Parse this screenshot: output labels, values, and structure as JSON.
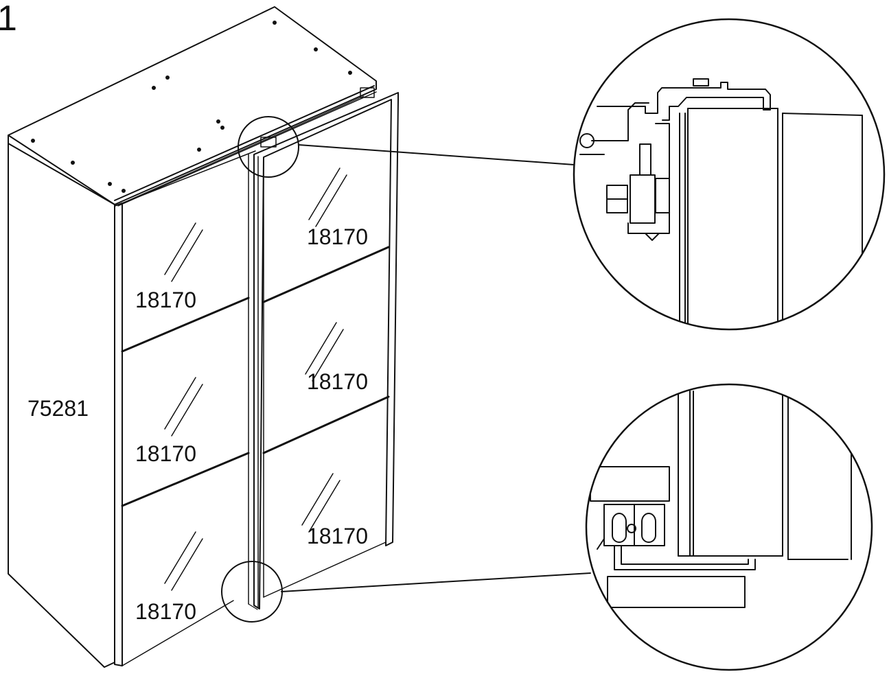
{
  "step_number": "1",
  "labels": {
    "side_panel": "75281",
    "glass_left_top": "18170",
    "glass_left_middle": "18170",
    "glass_left_bottom": "18170",
    "glass_right_top": "18170",
    "glass_right_middle": "18170",
    "glass_right_bottom": "18170"
  }
}
